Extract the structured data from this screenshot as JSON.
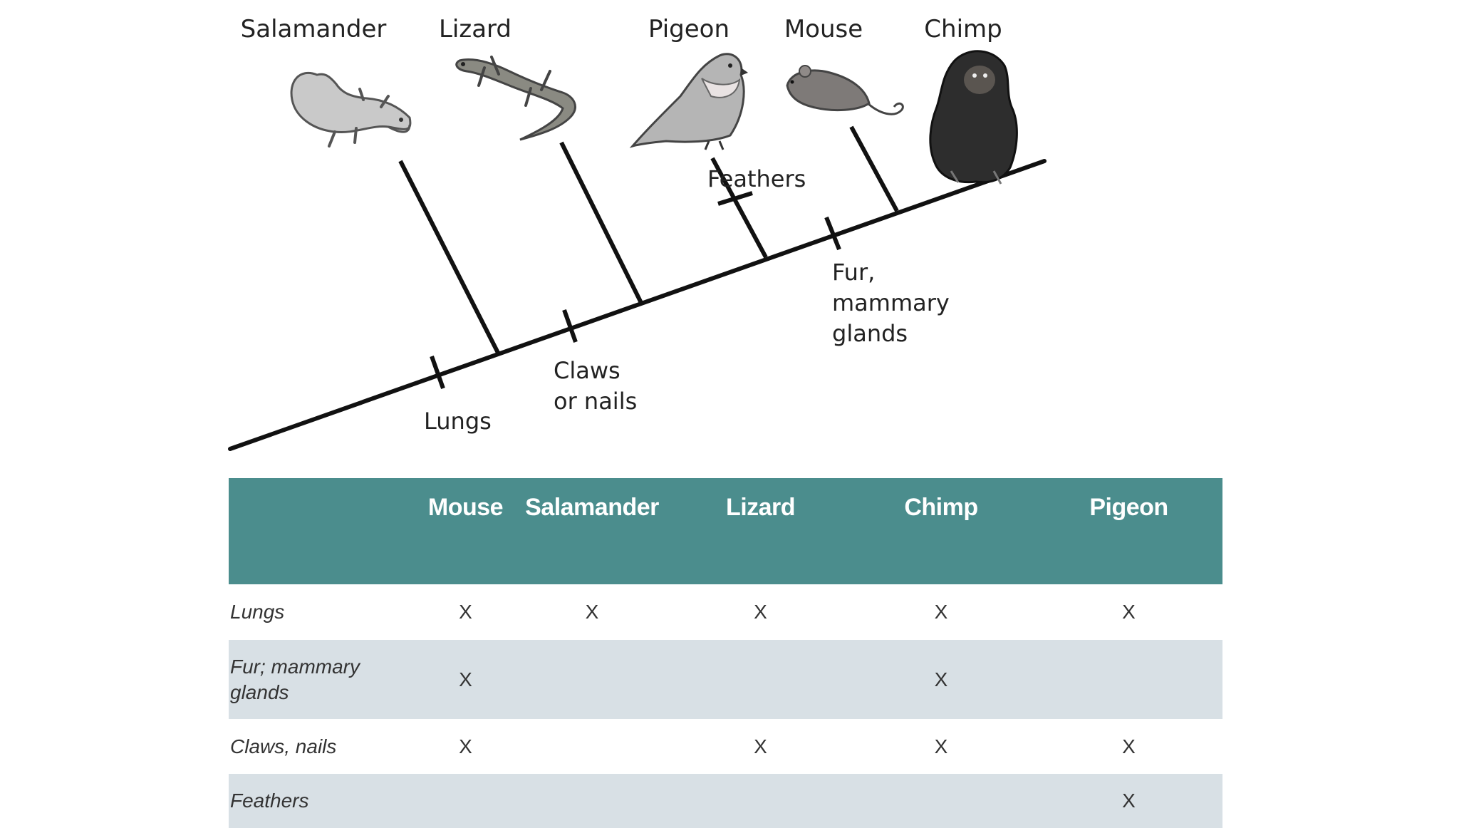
{
  "diagram": {
    "taxa": [
      "Salamander",
      "Lizard",
      "Pigeon",
      "Mouse",
      "Chimp"
    ],
    "traits": {
      "lungs": "Lungs",
      "claws": [
        "Claws",
        "or nails"
      ],
      "feathers": "Feathers",
      "fur": [
        "Fur,",
        "mammary",
        "glands"
      ]
    },
    "icons": [
      "salamander-icon",
      "lizard-icon",
      "pigeon-icon",
      "mouse-icon",
      "chimp-icon"
    ]
  },
  "table": {
    "columns": [
      "",
      "Mouse",
      "Salamander",
      "Lizard",
      "Chimp",
      "Pigeon"
    ],
    "rows": [
      {
        "trait": "Lungs",
        "cells": [
          "X",
          "X",
          "X",
          "X",
          "X"
        ]
      },
      {
        "trait": "Fur; mammary glands",
        "cells": [
          "X",
          "",
          "",
          "X",
          ""
        ]
      },
      {
        "trait": "Claws, nails",
        "cells": [
          "X",
          "",
          "X",
          "X",
          "X"
        ]
      },
      {
        "trait": "Feathers",
        "cells": [
          "",
          "",
          "",
          "",
          "X"
        ]
      }
    ],
    "colors": {
      "header_bg": "#4b8d8d",
      "stripe_bg": "#d8e0e5"
    }
  }
}
